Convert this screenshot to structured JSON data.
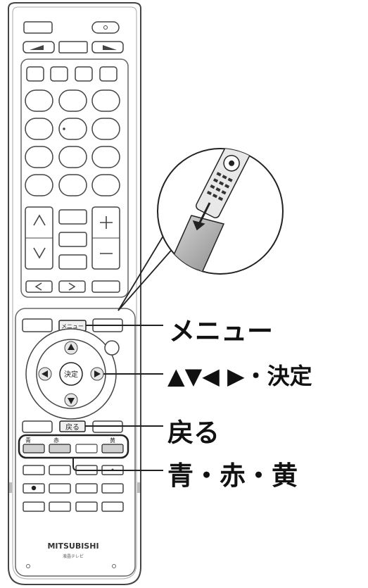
{
  "remote": {
    "brand": "MITSUBISHI",
    "subtitle": "液晶テレビ",
    "menu_button_label": "メニュー",
    "enter_button_label": "決定",
    "back_button_label": "戻る",
    "color_key_blue": "青",
    "color_key_red": "赤",
    "color_key_yellow": "黄",
    "volume_plus": "+",
    "volume_minus": "—",
    "channel_up": "^",
    "channel_down": "v",
    "arrow_left": "<",
    "arrow_right": ">"
  },
  "callouts": {
    "menu": "メニュー",
    "cursor_enter": "▲▼◀ ▶・決定",
    "back": "戻る",
    "color_keys": "青・赤・黄"
  }
}
